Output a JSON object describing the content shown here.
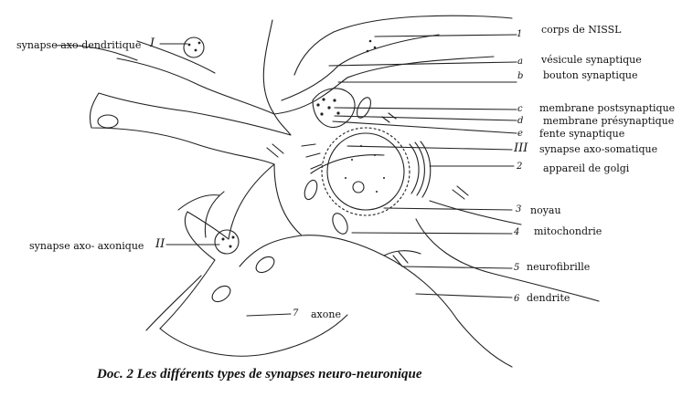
{
  "labels": {
    "corps_nissl": {
      "marker": "1",
      "text": "corps de NISSL"
    },
    "vesicule": {
      "marker": "a",
      "text": "vésicule synaptique"
    },
    "bouton": {
      "marker": "b",
      "text": "bouton synaptique"
    },
    "membrane_post": {
      "marker": "c",
      "text": "membrane postsynaptique"
    },
    "membrane_pre": {
      "marker": "d",
      "text": "membrane présynaptique"
    },
    "fente": {
      "marker": "e",
      "text": "fente synaptique"
    },
    "axo_somatique": {
      "marker": "III",
      "text": "synapse axo-somatique"
    },
    "golgi": {
      "marker": "2",
      "text": "appareil de golgi"
    },
    "noyau": {
      "marker": "3",
      "text": "noyau"
    },
    "mitochondrie": {
      "marker": "4",
      "text": "mitochondrie"
    },
    "neurofibrille": {
      "marker": "5",
      "text": "neurofibrille"
    },
    "dendrite": {
      "marker": "6",
      "text": "dendrite"
    },
    "axone": {
      "marker": "7",
      "text": "axone"
    },
    "axo_dendritique": {
      "marker": "I",
      "text": "synapse axo-dendritique"
    },
    "axo_axonique": {
      "marker": "II",
      "text": "synapse axo- axonique"
    }
  },
  "caption": "Doc. 2   Les différents types de synapses neuro-neuronique"
}
